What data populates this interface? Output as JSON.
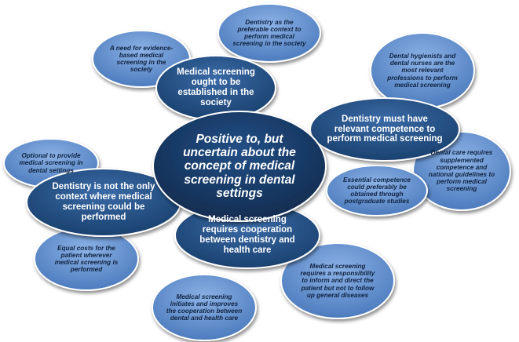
{
  "diagram": {
    "center": {
      "text": "Positive to, but uncertain about the concept of medical screening in dental settings",
      "fill": "#173a66"
    },
    "main_color": "#1f4a7c",
    "sub_color": "#5a87c7",
    "nodes": [
      {
        "id": "established",
        "level": "main",
        "text": "Medical screening ought to be established in the society"
      },
      {
        "id": "competence",
        "level": "main",
        "text": "Dentistry must have relevant competence to perform medical screening"
      },
      {
        "id": "not-only",
        "level": "main",
        "text": "Dentistry is not the only context where medical screening could be performed"
      },
      {
        "id": "cooperation",
        "level": "main",
        "text": "Medical screening requires cooperation between dentistry and health care"
      },
      {
        "id": "evidence",
        "level": "sub",
        "text": "A need for evidence-based medical screening in the society"
      },
      {
        "id": "preferable",
        "level": "sub",
        "text": "Dentistry as the preferable context to perform medical screening in the society"
      },
      {
        "id": "hygienists",
        "level": "sub",
        "text": "Dental hygienists and dental nurses are the most relevant professions to perform medical screening"
      },
      {
        "id": "supplemented",
        "level": "sub",
        "text": "Dental care requires supplemented competence and national guidelines to perform medical screening"
      },
      {
        "id": "postgraduate",
        "level": "sub",
        "text": "Essential competence could preferably be obtained through postgraduate studies"
      },
      {
        "id": "optional",
        "level": "sub",
        "text": "Optional to provide medical screening in dental settings"
      },
      {
        "id": "equal-costs",
        "level": "sub",
        "text": "Equal costs for the patient wherever medical screening is performed"
      },
      {
        "id": "initiates",
        "level": "sub",
        "text": "Medical screening initiates and improves the cooperation between dental and health care"
      },
      {
        "id": "responsibility",
        "level": "sub",
        "text": "Medical screening requires a responsibility to inform and direct the patient but not to follow up general diseases"
      }
    ]
  }
}
